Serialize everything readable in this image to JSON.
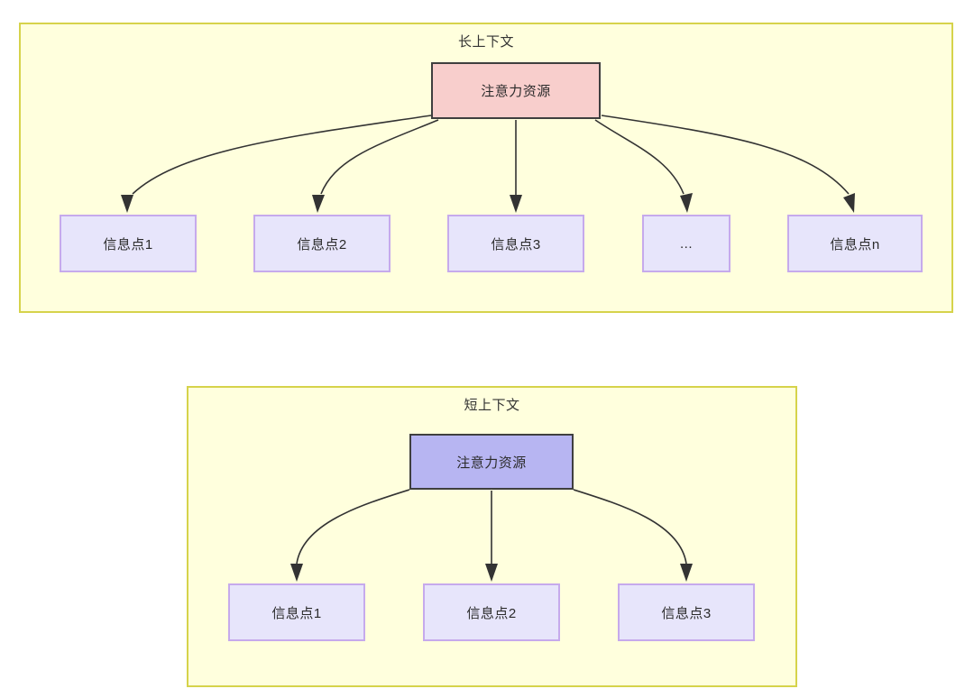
{
  "diagram": {
    "type": "flowchart",
    "background": "#ffffff",
    "palette": {
      "group_fill": "#ffffdd",
      "group_border": "#d6d34b",
      "attention_long_fill": "#f8cecc",
      "attention_short_fill": "#b7b5f2",
      "node_border_dark": "#3f3f3f",
      "info_fill": "#e7e5fb",
      "info_border": "#c6aaec",
      "edge_color": "#333333",
      "text_color": "#2b2b2b"
    },
    "groups": [
      {
        "id": "long-context",
        "title": "长上下文",
        "root": {
          "id": "attention-long",
          "label": "注意力资源",
          "fill": "#f8cecc"
        },
        "children": [
          {
            "id": "info-1",
            "label": "信息点1"
          },
          {
            "id": "info-2",
            "label": "信息点2"
          },
          {
            "id": "info-3",
            "label": "信息点3"
          },
          {
            "id": "info-ellipsis",
            "label": "..."
          },
          {
            "id": "info-n",
            "label": "信息点n"
          }
        ]
      },
      {
        "id": "short-context",
        "title": "短上下文",
        "root": {
          "id": "attention-short",
          "label": "注意力资源",
          "fill": "#b7b5f2"
        },
        "children": [
          {
            "id": "info-s1",
            "label": "信息点1"
          },
          {
            "id": "info-s2",
            "label": "信息点2"
          },
          {
            "id": "info-s3",
            "label": "信息点3"
          }
        ]
      }
    ]
  }
}
